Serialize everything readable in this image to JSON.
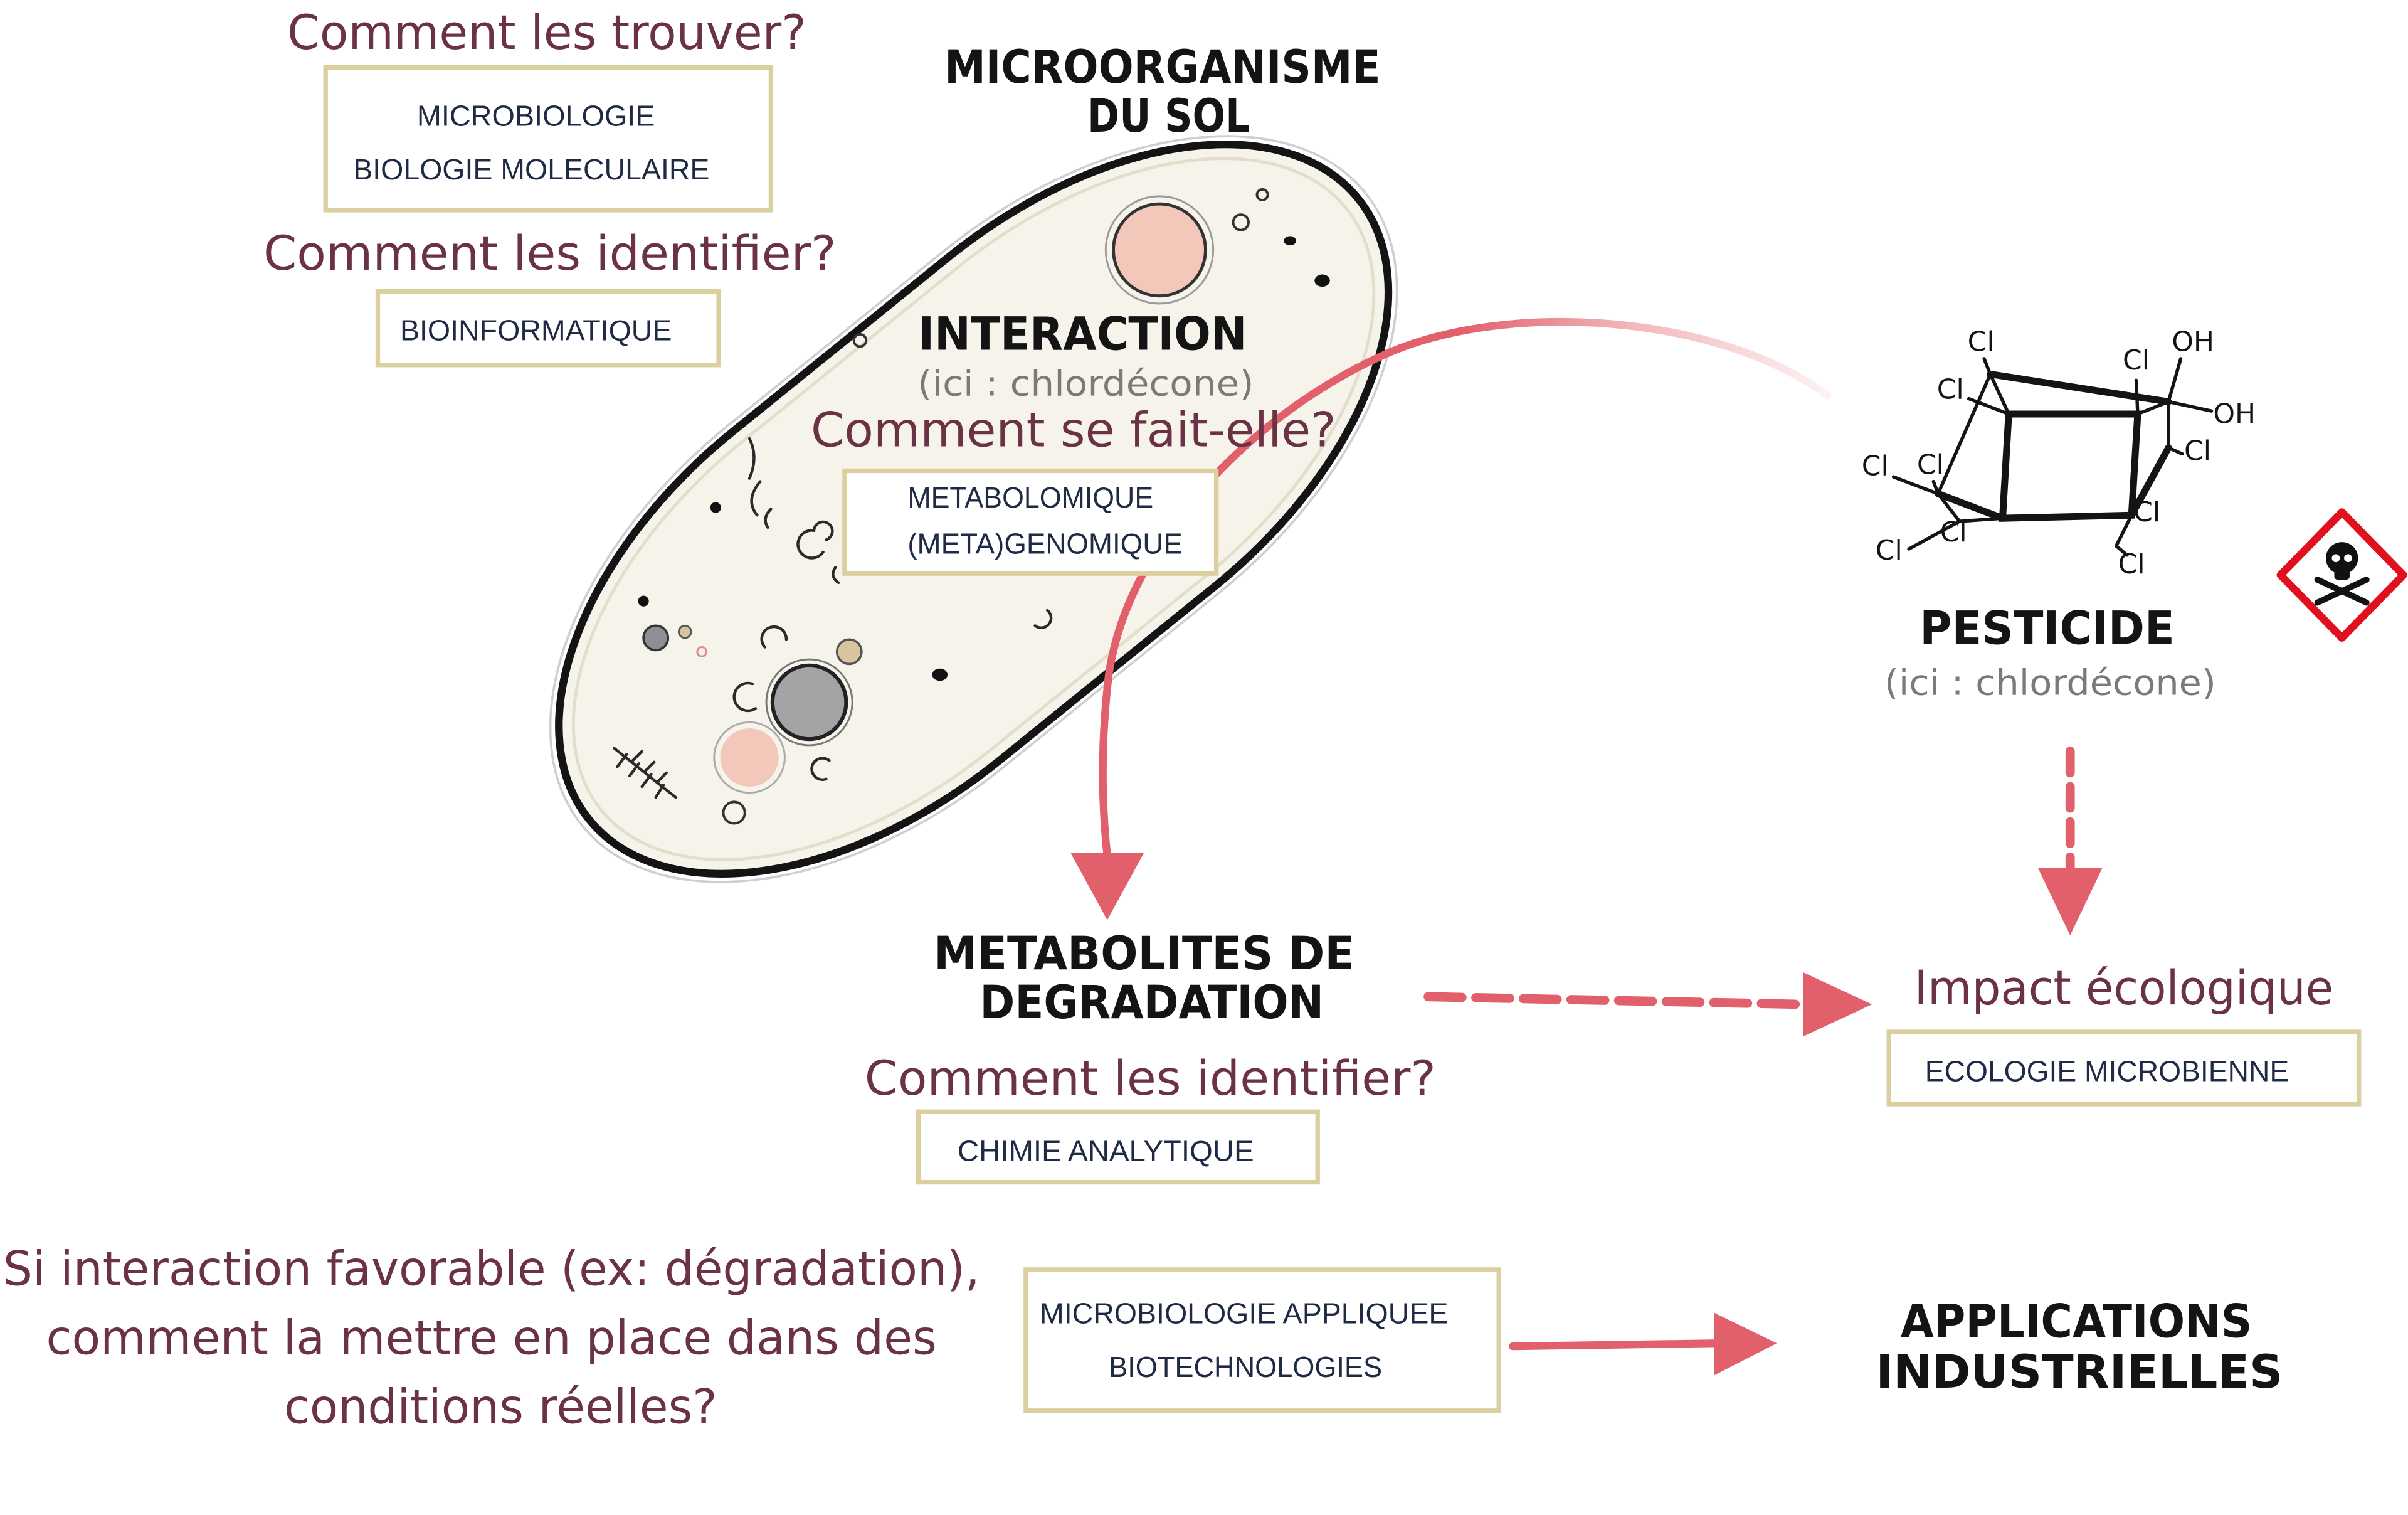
{
  "title": {
    "line1": "MICROORGANISME",
    "line2": "DU SOL"
  },
  "finding": {
    "question": "Comment les trouver?",
    "methods": [
      "MICROBIOLOGIE",
      "BIOLOGIE MOLECULAIRE"
    ]
  },
  "identifying": {
    "question": "Comment les identifier?",
    "methods": [
      "BIOINFORMATIQUE"
    ]
  },
  "interaction": {
    "title": "INTERACTION",
    "note": "(ici : chlordécone)",
    "question": "Comment se fait-elle?",
    "methods": [
      "METABOLOMIQUE",
      "(META)GENOMIQUE"
    ]
  },
  "pesticide": {
    "title": "PESTICIDE",
    "note": "(ici : chlordécone)",
    "molecule_labels": [
      "Cl",
      "Cl",
      "OH",
      "Cl",
      "OH",
      "Cl",
      "Cl",
      "Cl",
      "Cl",
      "Cl",
      "Cl",
      "Cl"
    ],
    "hazard_icon": "skull-crossbones-icon"
  },
  "metabolites": {
    "title_line1": "METABOLITES DE",
    "title_line2": "DEGRADATION",
    "question": "Comment les identifier?",
    "methods": [
      "CHIMIE ANALYTIQUE"
    ]
  },
  "impact": {
    "title": "Impact écologique",
    "methods": [
      "ECOLOGIE MICROBIENNE"
    ]
  },
  "application": {
    "question_lines": [
      "Si interaction favorable (ex: dégradation),",
      "comment la mettre en place dans des",
      "conditions réelles?"
    ],
    "methods": [
      "MICROBIOLOGIE APPLIQUEE",
      "BIOTECHNOLOGIES"
    ]
  },
  "industrial": {
    "title_line1": "APPLICATIONS",
    "title_line2": "INDUSTRIELLES"
  },
  "colors": {
    "question": "#6b3245",
    "method_text": "#1f2a44",
    "box_border": "#dccf9f",
    "arrow": "#e2606b",
    "note": "#7a7a7a",
    "nucleus": "#f4c7bb",
    "cell_fill": "#f6f3ea",
    "hazard": "#e0101e",
    "ink": "#141414"
  }
}
